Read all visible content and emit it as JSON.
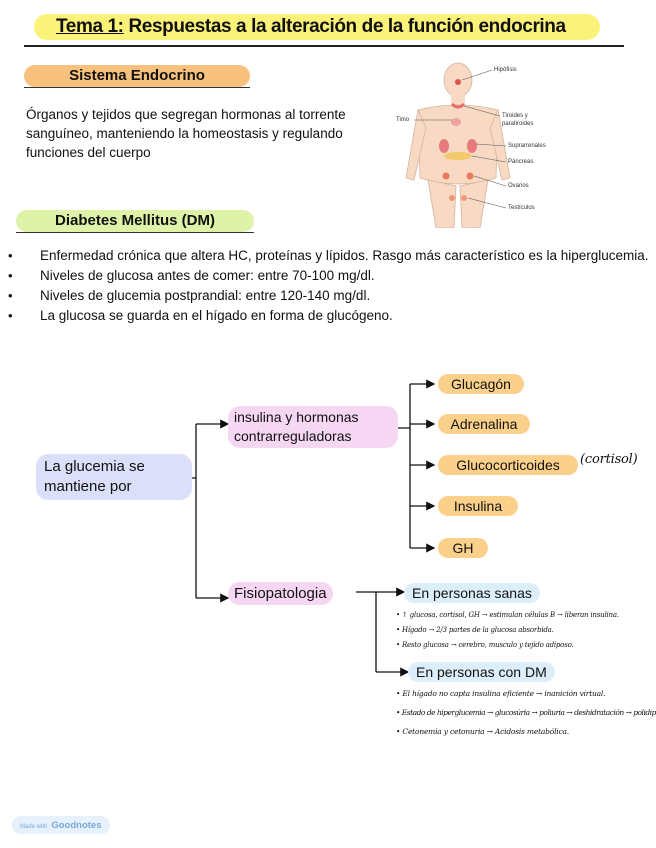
{
  "title": {
    "prefix": "Tema 1:",
    "text": " Respuestas a la alteración de la función endocrina"
  },
  "endocrino": {
    "heading": "Sistema Endocrino",
    "description": "Órganos y tejidos que segregan hormonas al torrente sanguíneo, manteniendo la homeostasis y regulando funciones del cuerpo",
    "figure_labels": {
      "hipofisis": "Hipófisis",
      "timo": "Timo",
      "tiroides": "Tiroides y paratiroides",
      "suprarrenales": "Suprarrenales",
      "pancreas": "Páncreas",
      "ovarios": "Ovarios",
      "testiculos": "Testículos"
    }
  },
  "dm": {
    "heading": "Diabetes Mellitus (DM)",
    "bullets": [
      "Enfermedad crónica que altera HC, proteínas y lípidos. Rasgo más característico es la hiperglucemia.",
      "Niveles de glucosa antes de comer: entre 70-100 mg/dl.",
      "Niveles de glucemia postprandial: entre 120-140 mg/dl.",
      "La glucosa se guarda en el hígado en forma de glucógeno."
    ],
    "bullet_marker": "•"
  },
  "diagram": {
    "root": "La glucemia se mantiene por",
    "branch1": "insulina y hormonas contrarreguladoras",
    "hormones": [
      "Glucagón",
      "Adrenalina",
      "Glucocorticoides",
      "Insulina",
      "GH"
    ],
    "cortisol_note": "(cortisol)",
    "branch2": "Fisiopatologia",
    "sanas": {
      "label": "En personas sanas",
      "notes": [
        "• ↑ glucosa, cortisol, GH → estimulan células B → liberan insulina.",
        "• Hígado → 2/3 partes de la glucosa absorbida.",
        "• Resto glucosa → cerebro, musculo y tejido adiposo."
      ]
    },
    "dm_personas": {
      "label": "En personas con DM",
      "notes": [
        "• El hígado no capta insulina eficiente → inanición virtual.",
        "• Estado de hiperglucemia → glucosúria → poliuria → deshidratación → polidipsia.",
        "• Cetonemia y cetonuria → Acidosis metabólica."
      ]
    }
  },
  "footer": {
    "made_with": "Made with",
    "brand": "Goodnotes"
  },
  "colors": {
    "title_highlight": "#fbf27a",
    "endo_heading": "#f8c27e",
    "dm_heading": "#dff3a8",
    "root_pill": "#dcdff9",
    "branch_pill": "#f5d6f3",
    "hormone_pill": "#fbd08a",
    "patient_pill": "#dbeefa"
  }
}
